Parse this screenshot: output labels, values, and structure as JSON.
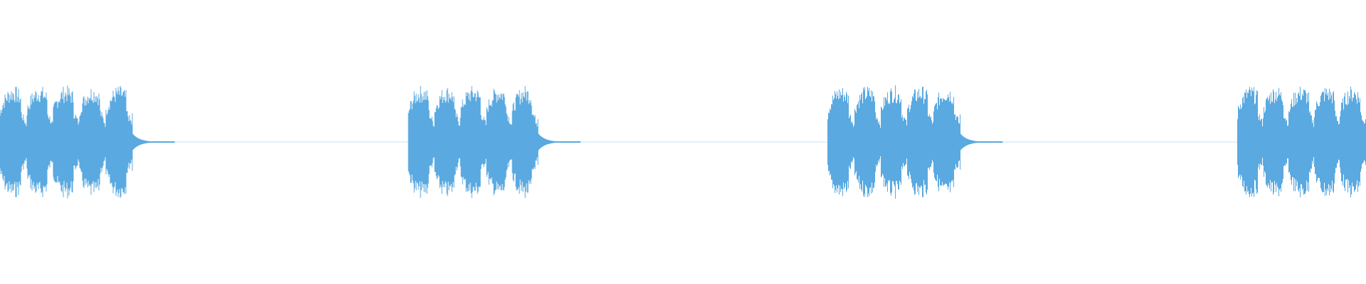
{
  "waveform": {
    "color": "#5aa9e0",
    "background": "#ffffff",
    "segments": [
      {
        "name": "burst-1",
        "pulses": 5,
        "start_fraction": 0.0,
        "end_fraction": 0.097
      },
      {
        "name": "burst-2",
        "pulses": 5,
        "start_fraction": 0.299,
        "end_fraction": 0.394
      },
      {
        "name": "burst-3",
        "pulses": 5,
        "start_fraction": 0.606,
        "end_fraction": 0.703
      },
      {
        "name": "burst-4",
        "pulses": 5,
        "start_fraction": 0.906,
        "end_fraction": 1.0
      }
    ]
  }
}
